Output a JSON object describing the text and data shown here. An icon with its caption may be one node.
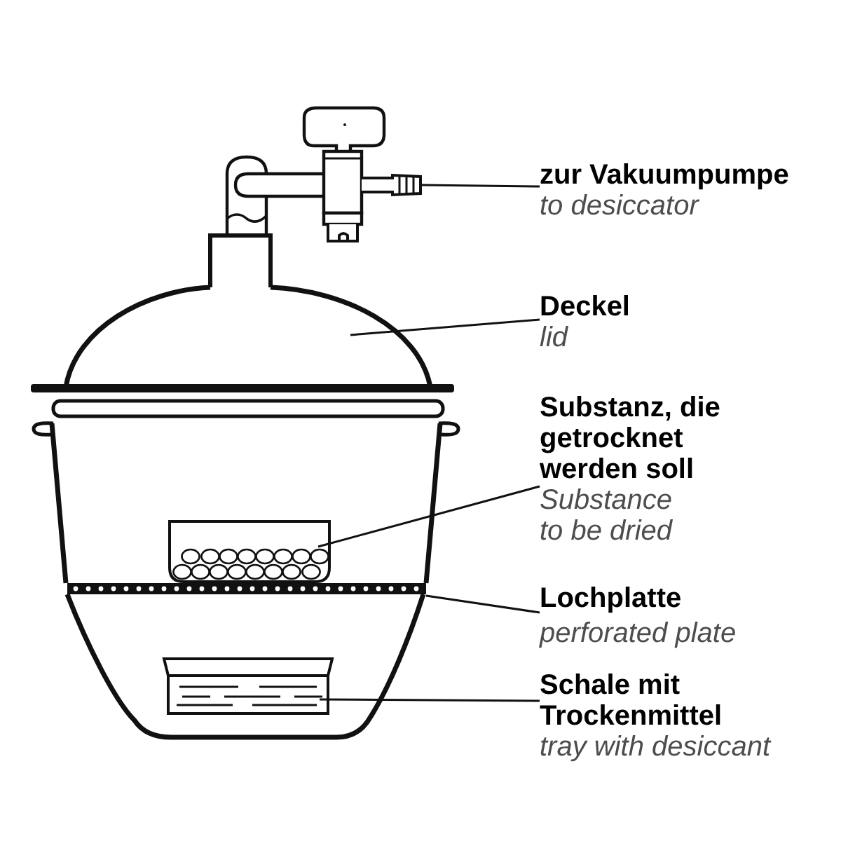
{
  "diagram": {
    "nodes": [
      {
        "text": [
          "zur Vakuumpumpe",
          "to desiccator"
        ]
      },
      {
        "text": [
          "Deckel",
          "lid"
        ]
      },
      {
        "text": [
          "Substanz, die getrocknet werden soll",
          "Substance to be dried"
        ]
      },
      {
        "text": [
          "Lochplatte",
          "perforated plate"
        ]
      },
      {
        "text": [
          "Schale mit Trockenmittel",
          "tray with desiccant"
        ]
      },
      {
        "text": [],
        "shape": "picture"
      },
      {
        "text": [],
        "shape": "picture"
      },
      {
        "text": [],
        "shape": "picture"
      },
      {
        "text": [],
        "shape": "bar"
      },
      {
        "text": [],
        "shape": "picture"
      }
    ],
    "edges": [
      {
        "from": 0,
        "to": 5,
        "arrow": "none"
      },
      {
        "from": 1,
        "to": 6,
        "arrow": "none"
      },
      {
        "from": 2,
        "to": 7,
        "arrow": "none"
      },
      {
        "from": 3,
        "to": 8,
        "arrow": "none"
      },
      {
        "from": 4,
        "to": 9,
        "arrow": "none"
      }
    ]
  }
}
